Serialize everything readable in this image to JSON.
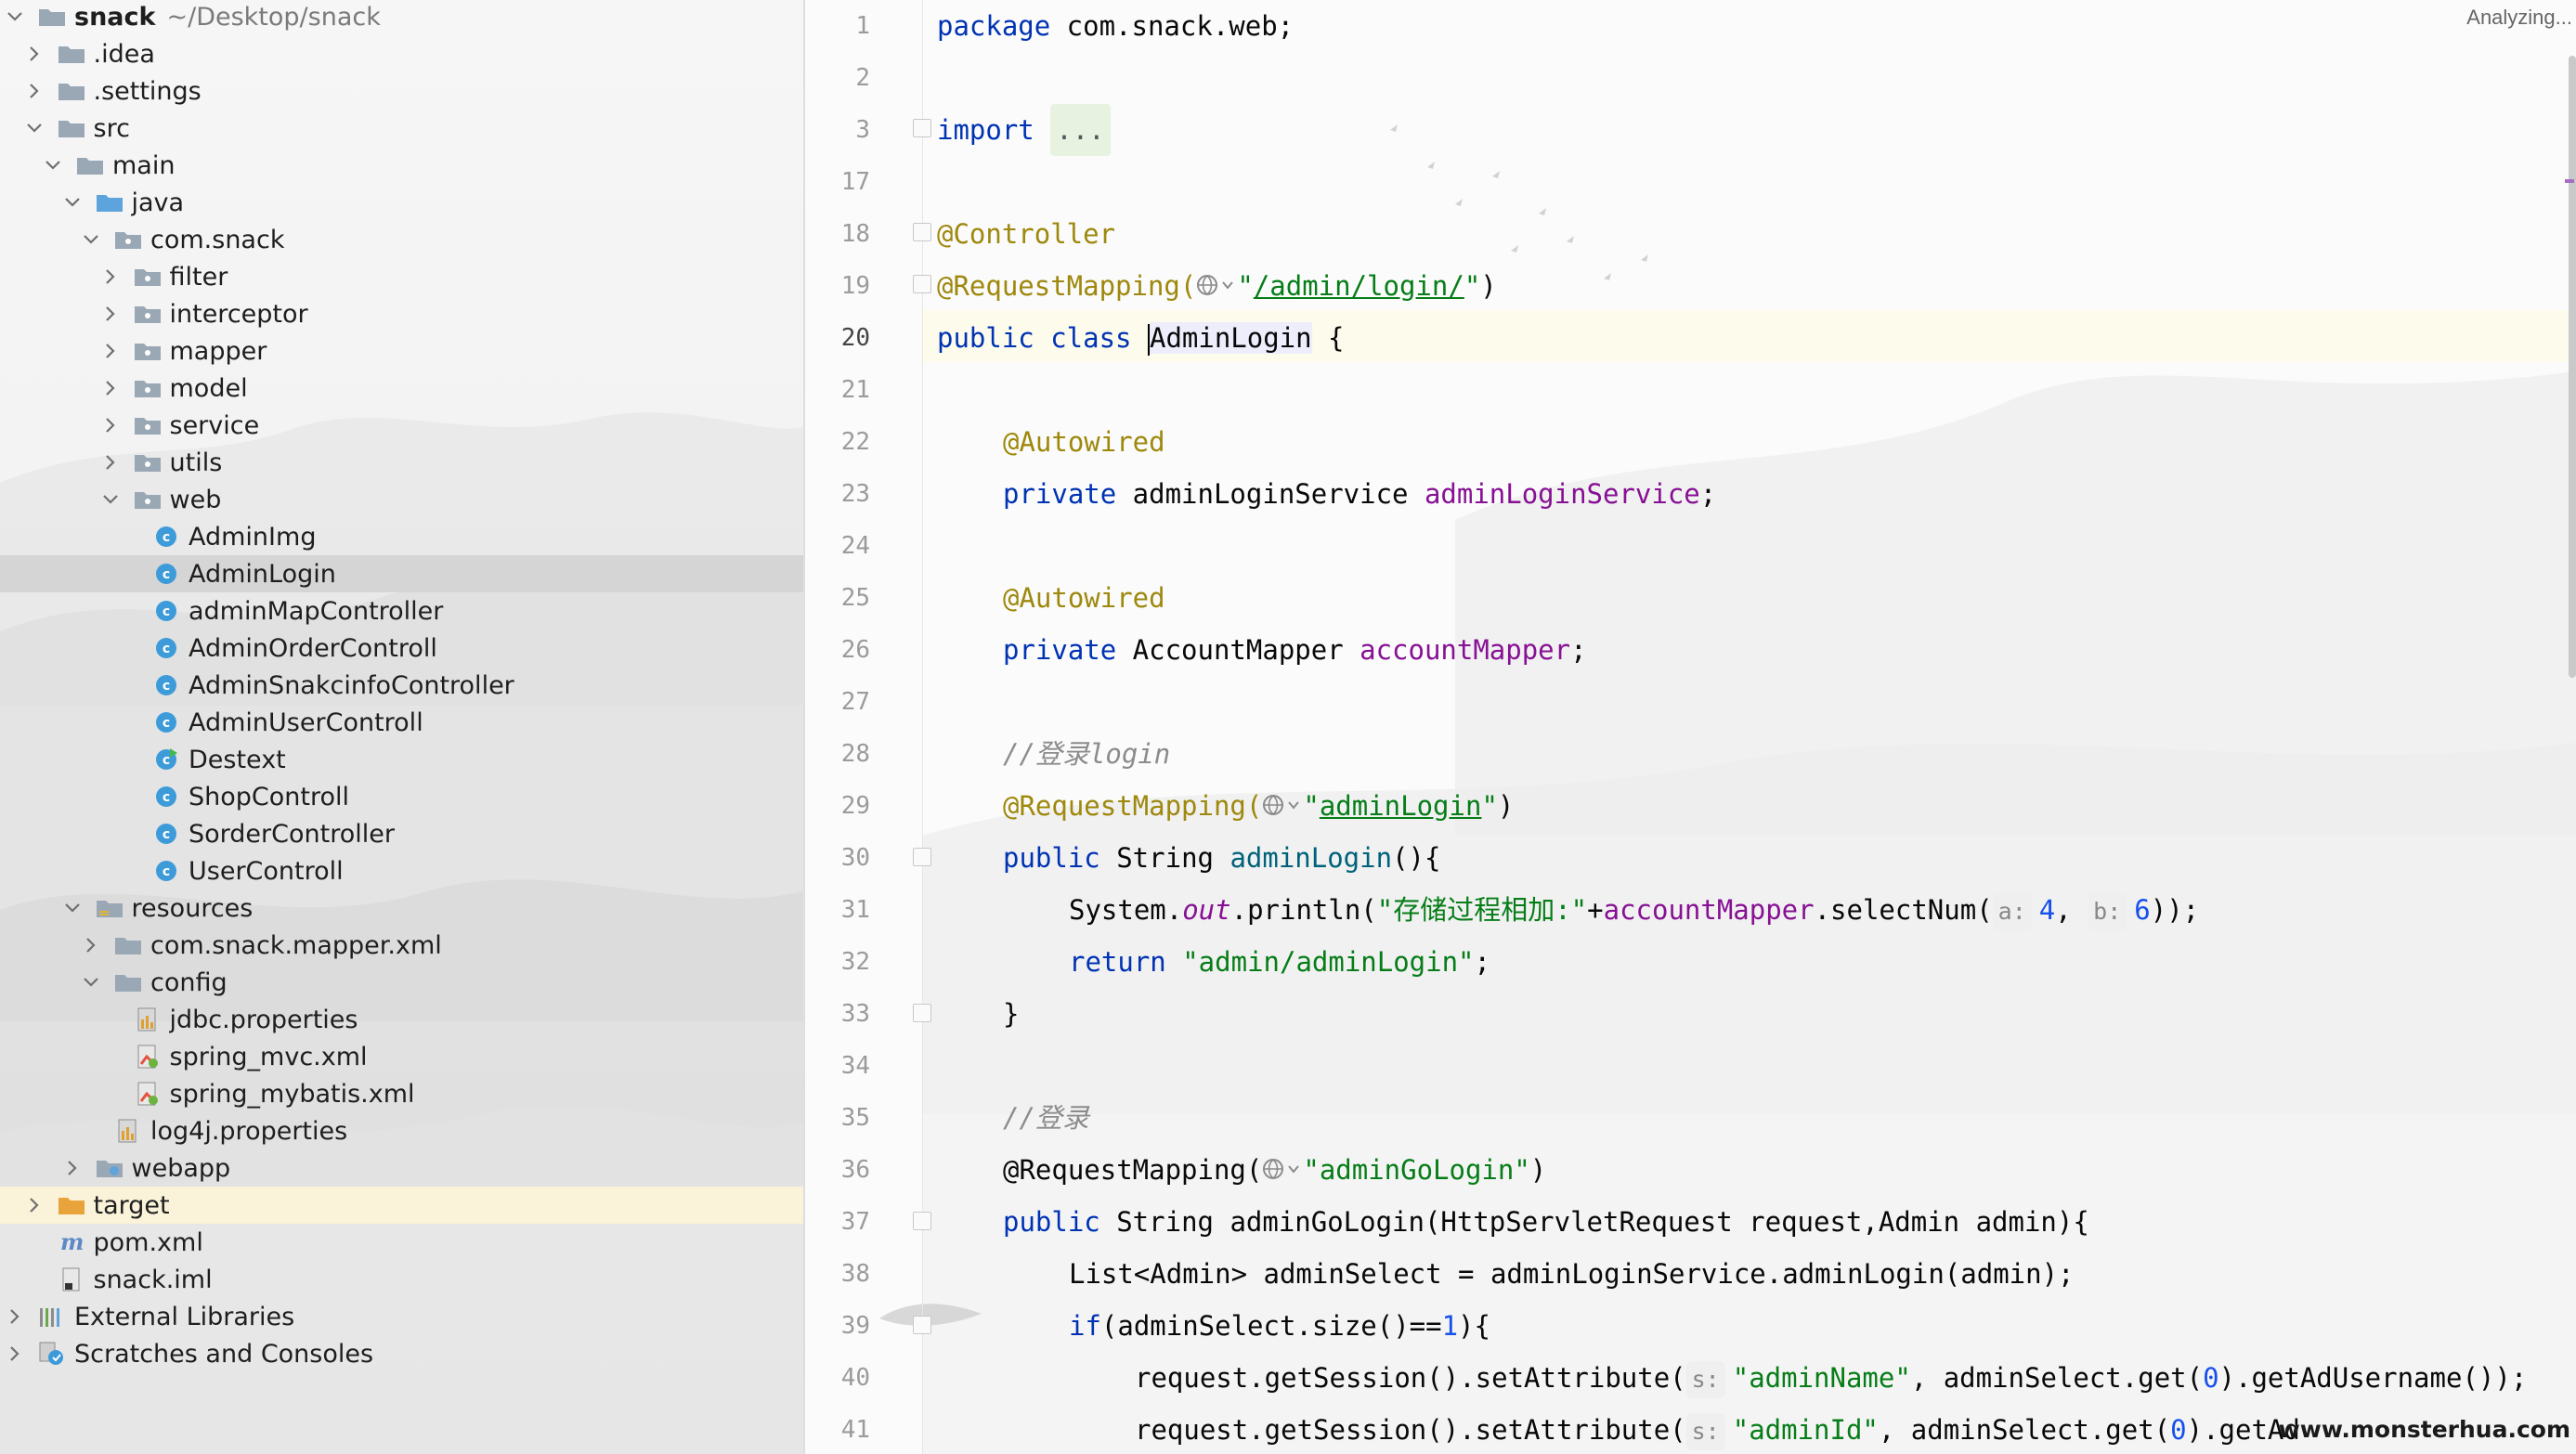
{
  "project_tree": {
    "rows": [
      {
        "label": "snack",
        "path": "~/Desktop/snack",
        "bold": true,
        "indent": 0,
        "chevron": "down",
        "icon": "folder"
      },
      {
        "label": ".idea",
        "indent": 1,
        "chevron": "right",
        "icon": "folder"
      },
      {
        "label": ".settings",
        "indent": 1,
        "chevron": "right",
        "icon": "folder"
      },
      {
        "label": "src",
        "indent": 1,
        "chevron": "down",
        "icon": "folder"
      },
      {
        "label": "main",
        "indent": 2,
        "chevron": "down",
        "icon": "folder"
      },
      {
        "label": "java",
        "indent": 3,
        "chevron": "down",
        "icon": "source-folder"
      },
      {
        "label": "com.snack",
        "indent": 4,
        "chevron": "down",
        "icon": "package"
      },
      {
        "label": "filter",
        "indent": 5,
        "chevron": "right",
        "icon": "package"
      },
      {
        "label": "interceptor",
        "indent": 5,
        "chevron": "right",
        "icon": "package"
      },
      {
        "label": "mapper",
        "indent": 5,
        "chevron": "right",
        "icon": "package"
      },
      {
        "label": "model",
        "indent": 5,
        "chevron": "right",
        "icon": "package"
      },
      {
        "label": "service",
        "indent": 5,
        "chevron": "right",
        "icon": "package"
      },
      {
        "label": "utils",
        "indent": 5,
        "chevron": "right",
        "icon": "package"
      },
      {
        "label": "web",
        "indent": 5,
        "chevron": "down",
        "icon": "package"
      },
      {
        "label": "AdminImg",
        "indent": 6,
        "chevron": "none",
        "icon": "class"
      },
      {
        "label": "AdminLogin",
        "indent": 6,
        "chevron": "none",
        "icon": "class",
        "selected": true
      },
      {
        "label": "adminMapController",
        "indent": 6,
        "chevron": "none",
        "icon": "class"
      },
      {
        "label": "AdminOrderControll",
        "indent": 6,
        "chevron": "none",
        "icon": "class"
      },
      {
        "label": "AdminSnakcinfoController",
        "indent": 6,
        "chevron": "none",
        "icon": "class"
      },
      {
        "label": "AdminUserControll",
        "indent": 6,
        "chevron": "none",
        "icon": "class"
      },
      {
        "label": "Destext",
        "indent": 6,
        "chevron": "none",
        "icon": "class-main"
      },
      {
        "label": "ShopControll",
        "indent": 6,
        "chevron": "none",
        "icon": "class"
      },
      {
        "label": "SorderController",
        "indent": 6,
        "chevron": "none",
        "icon": "class"
      },
      {
        "label": "UserControll",
        "indent": 6,
        "chevron": "none",
        "icon": "class"
      },
      {
        "label": "resources",
        "indent": 3,
        "chevron": "down",
        "icon": "resources-folder"
      },
      {
        "label": "com.snack.mapper.xml",
        "indent": 4,
        "chevron": "right",
        "icon": "folder"
      },
      {
        "label": "config",
        "indent": 4,
        "chevron": "down",
        "icon": "folder"
      },
      {
        "label": "jdbc.properties",
        "indent": 5,
        "chevron": "none",
        "icon": "properties"
      },
      {
        "label": "spring_mvc.xml",
        "indent": 5,
        "chevron": "none",
        "icon": "spring-xml"
      },
      {
        "label": "spring_mybatis.xml",
        "indent": 5,
        "chevron": "none",
        "icon": "spring-xml"
      },
      {
        "label": "log4j.properties",
        "indent": 4,
        "chevron": "none",
        "icon": "properties"
      },
      {
        "label": "webapp",
        "indent": 3,
        "chevron": "right",
        "icon": "web-folder"
      },
      {
        "label": "target",
        "indent": 1,
        "chevron": "right",
        "icon": "folder-orange",
        "excluded": true
      },
      {
        "label": "pom.xml",
        "indent": 1,
        "chevron": "none",
        "icon": "maven"
      },
      {
        "label": "snack.iml",
        "indent": 1,
        "chevron": "none",
        "icon": "iml"
      },
      {
        "label": "External Libraries",
        "indent": 0,
        "chevron": "right",
        "icon": "libraries"
      },
      {
        "label": "Scratches and Consoles",
        "indent": 0,
        "chevron": "right",
        "icon": "scratches"
      }
    ]
  },
  "editor": {
    "status_text": "Analyzing...",
    "watermark": "www.monsterhua.com",
    "line_numbers": [
      "1",
      "2",
      "3",
      "17",
      "18",
      "19",
      "20",
      "21",
      "22",
      "23",
      "24",
      "25",
      "26",
      "27",
      "28",
      "29",
      "30",
      "31",
      "32",
      "33",
      "34",
      "35",
      "36",
      "37",
      "38",
      "39",
      "40",
      "41"
    ],
    "current_line_number": "20",
    "code": {
      "l1_kw": "package",
      "l1_rest": " com.snack.web;",
      "l3_kw": "import",
      "l3_fold": "...",
      "l18_ann": "@Controller",
      "l19_ann": "@RequestMapping(",
      "l19_q1": "\"",
      "l19_url": "/admin/login/",
      "l19_q2": "\"",
      "l19_close": ")",
      "l20_kw": "public class ",
      "l20_name": "AdminLogin",
      "l20_rest": " {",
      "l22_ann": "@Autowired",
      "l23_kw": "private",
      "l23_type": " adminLoginService ",
      "l23_fld": "adminLoginService",
      "l23_end": ";",
      "l25_ann": "@Autowired",
      "l26_kw": "private",
      "l26_type": " AccountMapper ",
      "l26_fld": "accountMapper",
      "l26_end": ";",
      "l28_cmt": "//登录login",
      "l29_ann": "@RequestMapping(",
      "l29_q1": "\"",
      "l29_url": "adminLogin",
      "l29_q2": "\"",
      "l29_close": ")",
      "l30_kw": "public",
      "l30_type": " String ",
      "l30_method": "adminLogin",
      "l30_rest": "(){",
      "l31_a": "System.",
      "l31_out": "out",
      "l31_b": ".println(",
      "l31_str": "\"存储过程相加:\"",
      "l31_c": "+",
      "l31_fld": "accountMapper",
      "l31_d": ".selectNum(",
      "l31_hint_a": "a:",
      "l31_num_a": "4",
      "l31_e": ", ",
      "l31_hint_b": "b:",
      "l31_num_b": "6",
      "l31_f": "));",
      "l32_kw": "return",
      "l32_str": " \"admin/adminLogin\"",
      "l32_end": ";",
      "l33": "}",
      "l35_cmt": "//登录",
      "l36": "@RequestMapping(",
      "l36_str": "\"adminGoLogin\"",
      "l36_close": ")",
      "l37_kw": "public",
      "l37_rest": " String adminGoLogin(HttpServletRequest request,Admin admin){",
      "l38": "List<Admin> adminSelect = adminLoginService.adminLogin(admin);",
      "l39_kw": "if",
      "l39_a": "(adminSelect.size()==",
      "l39_num": "1",
      "l39_b": "){",
      "l40_a": "request.getSession().setAttribute(",
      "l40_hint": "s:",
      "l40_str": "\"adminName\"",
      "l40_b": ", adminSelect.get(",
      "l40_num": "0",
      "l40_c": ").getAdUsername());",
      "l41_a": "request.getSession().setAttribute(",
      "l41_hint": "s:",
      "l41_str": "\"adminId\"",
      "l41_b": ", adminSelect.get(",
      "l41_num": "0",
      "l41_c": ").getAd"
    }
  },
  "colors": {
    "keyword": "#0033b3",
    "annotation": "#9e880d",
    "string": "#067d17",
    "field": "#871094",
    "comment": "#8c8c8c",
    "number": "#1750eb",
    "selection_row": "#d5d5d5",
    "excluded_row": "#faf3d9",
    "current_line": "#fcfae9"
  }
}
